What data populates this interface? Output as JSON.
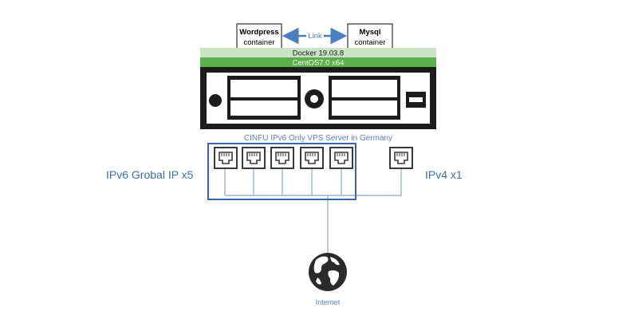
{
  "containers": {
    "left": [
      "Wordpress",
      "container"
    ],
    "right": [
      "Mysql",
      "container"
    ],
    "link_label": "Link"
  },
  "layers": {
    "docker": "Docker 19.03.8",
    "os": "CentOS7.0 x64"
  },
  "server": {
    "caption": "CINFU IPv6 Only VPS Server in Germany"
  },
  "ports": {
    "ipv6_label": "IPv6 Grobal IP x5",
    "ipv6_count": 5,
    "ipv4_label": "IPv4 x1",
    "ipv4_count": 1
  },
  "internet": {
    "label": "Internet"
  },
  "colors": {
    "docker_band": "#c9e3c4",
    "os_band": "#5cb04a",
    "link_arrow": "#4a7fc1",
    "ipv6_box": "#3a64b0",
    "wires": "#9db4d6",
    "caption_text": "#5a7fc0",
    "port_label_text": "#3a6fb0",
    "server_dark": "#1c1c1c"
  }
}
